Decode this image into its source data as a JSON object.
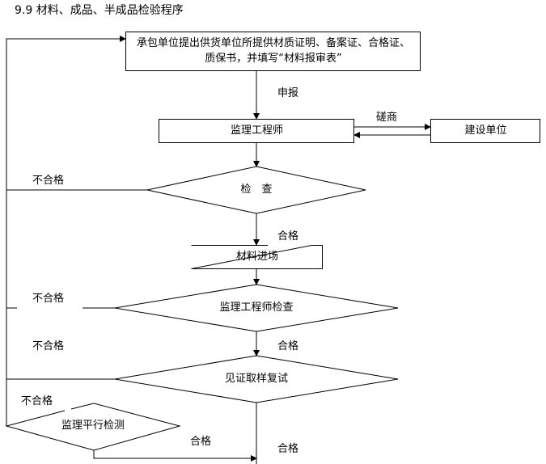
{
  "title": "9.9 材料、成品、半成品检验程序",
  "nodes": {
    "submit": "承包单位提出供货单位所提供材质证明、备案证、合格证、质保书，并填写“材料报审表”",
    "submit_line1": "承包单位提出供货单位所提供材质证明、备案证、合格证、",
    "submit_line2": "质保书，并填写“材料报审表”",
    "engineer": "监理工程师",
    "owner": "建设单位",
    "inspect": "检　查",
    "material_entry": "材料进场",
    "engineer_inspect": "监理工程师检查",
    "witness_retest": "见证取样复试",
    "parallel_test": "监理平行检测"
  },
  "edge_labels": {
    "report": "申报",
    "consult": "磋商",
    "fail_1": "不合格",
    "pass_1": "合格",
    "fail_2": "不合格",
    "fail_3": "不合格",
    "pass_2": "合格",
    "fail_4": "不合格",
    "pass_3": "合格",
    "pass_4": "合格"
  }
}
